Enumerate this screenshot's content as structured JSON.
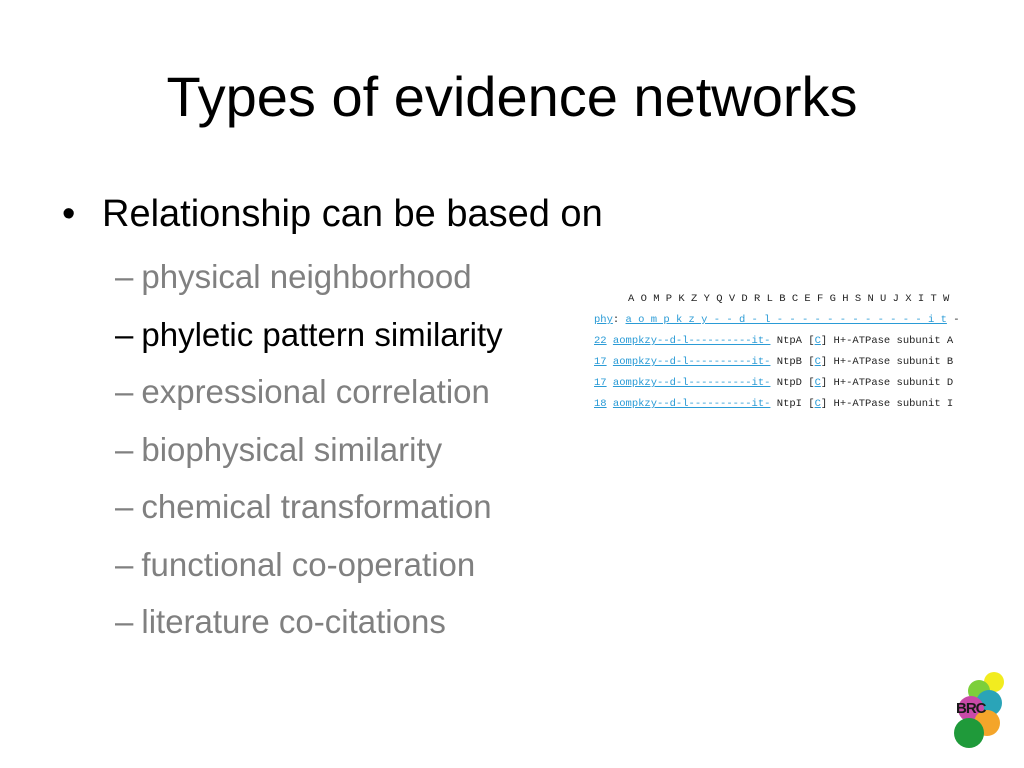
{
  "title": "Types of evidence networks",
  "main_bullet": "Relationship can be based on",
  "sub_items": [
    {
      "text": "physical neighborhood",
      "active": false
    },
    {
      "text": "phyletic pattern similarity",
      "active": true
    },
    {
      "text": "expressional correlation",
      "active": false
    },
    {
      "text": "biophysical similarity",
      "active": false
    },
    {
      "text": "chemical transformation",
      "active": false
    },
    {
      "text": "functional co-operation",
      "active": false
    },
    {
      "text": "literature co-citations",
      "active": false
    }
  ],
  "phylo": {
    "header": "A O M P K Z Y Q V D R L B C E F G H S N U J X I T W",
    "phy_label": "phy",
    "phy_colon": ":",
    "phy_pattern": "a o m p k z y - - d - l - - - - - - - - - - - - i t",
    "phy_trail": "-",
    "rows": [
      {
        "count": "22",
        "pattern": "aompkzy--d-l----------it-",
        "gene": "NtpA",
        "code": "C",
        "desc": "H+-ATPase subunit A"
      },
      {
        "count": "17",
        "pattern": "aompkzy--d-l----------it-",
        "gene": "NtpB",
        "code": "C",
        "desc": "H+-ATPase subunit B"
      },
      {
        "count": "17",
        "pattern": "aompkzy--d-l----------it-",
        "gene": "NtpD",
        "code": "C",
        "desc": "H+-ATPase subunit D"
      },
      {
        "count": "18",
        "pattern": "aompkzy--d-l----------it-",
        "gene": "NtpI",
        "code": "C",
        "desc": "H+-ATPase subunit I"
      }
    ]
  },
  "logo": {
    "text": "BRC"
  },
  "colors": {
    "accent_link": "#2a9bd6",
    "muted_text": "#808080"
  }
}
